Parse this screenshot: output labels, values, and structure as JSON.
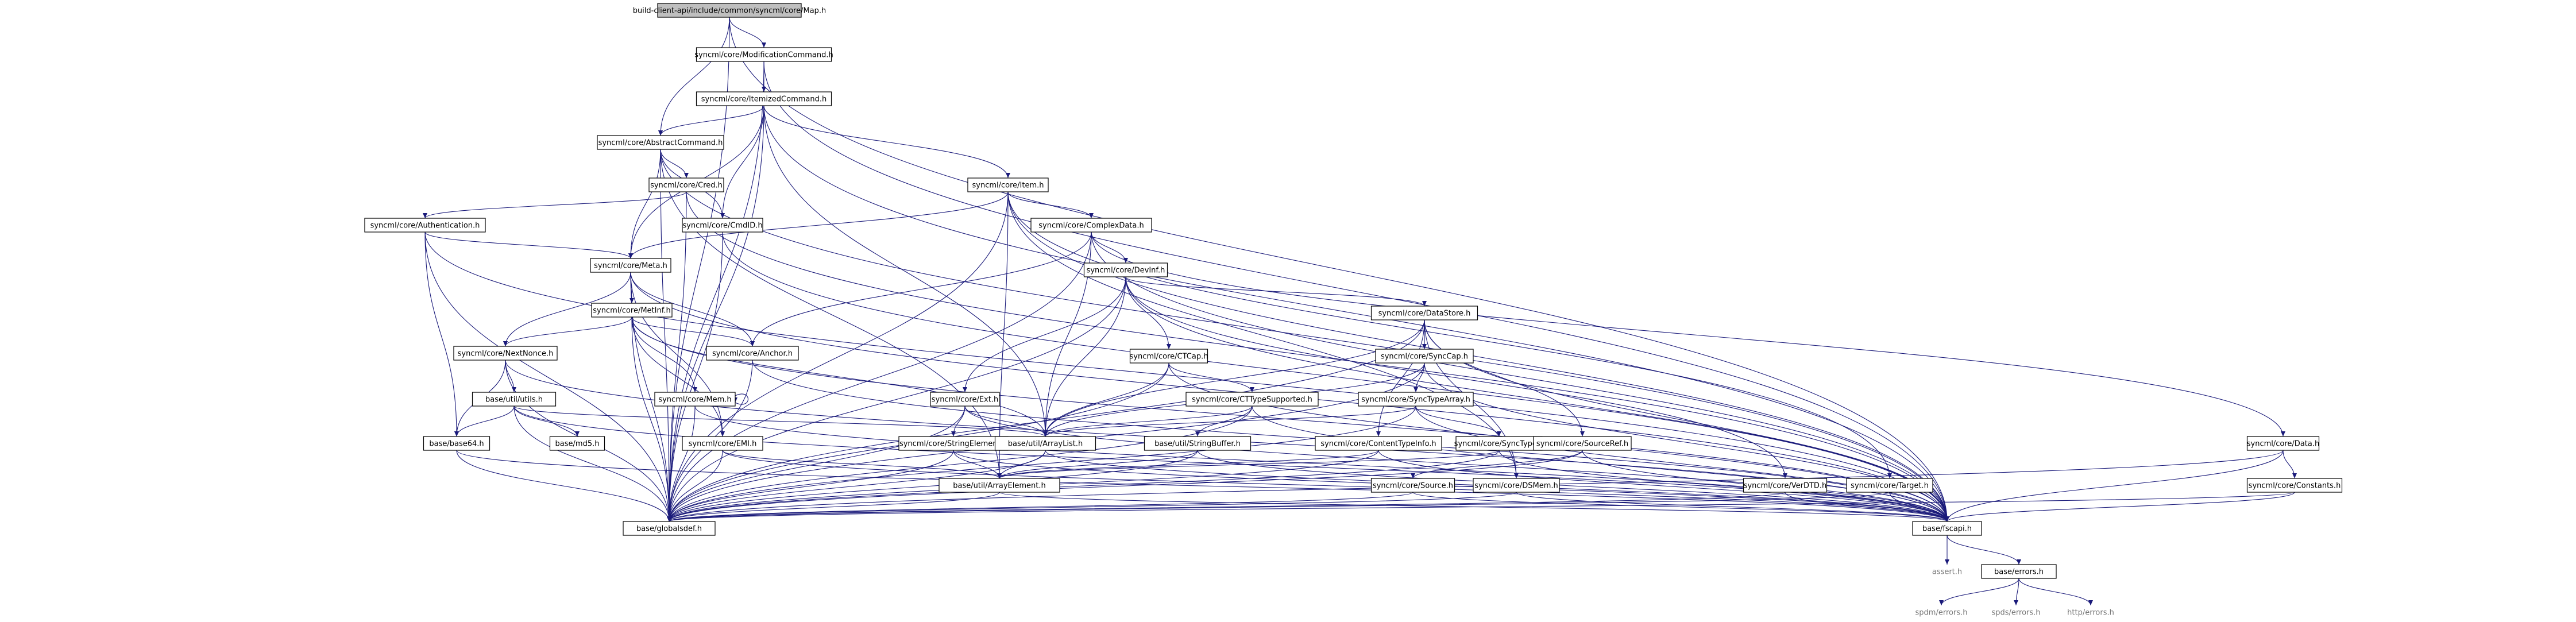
{
  "diagram": {
    "type": "include-dependency-graph",
    "nodes": [
      {
        "id": "root",
        "label": "build-client-api/include/common/syncml/core/Map.h"
      },
      {
        "id": "modcmd",
        "label": "syncml/core/ModificationCommand.h"
      },
      {
        "id": "itemcmd",
        "label": "syncml/core/ItemizedCommand.h"
      },
      {
        "id": "abscmd",
        "label": "syncml/core/AbstractCommand.h"
      },
      {
        "id": "item",
        "label": "syncml/core/Item.h"
      },
      {
        "id": "cred",
        "label": "syncml/core/Cred.h"
      },
      {
        "id": "auth",
        "label": "syncml/core/Authentication.h"
      },
      {
        "id": "cmdid",
        "label": "syncml/core/CmdID.h"
      },
      {
        "id": "complex",
        "label": "syncml/core/ComplexData.h"
      },
      {
        "id": "meta",
        "label": "syncml/core/Meta.h"
      },
      {
        "id": "devinf",
        "label": "syncml/core/DevInf.h"
      },
      {
        "id": "metinf",
        "label": "syncml/core/MetInf.h"
      },
      {
        "id": "datastore",
        "label": "syncml/core/DataStore.h"
      },
      {
        "id": "nextnonce",
        "label": "syncml/core/NextNonce.h"
      },
      {
        "id": "anchor",
        "label": "syncml/core/Anchor.h"
      },
      {
        "id": "ctcap",
        "label": "syncml/core/CTCap.h"
      },
      {
        "id": "synccap",
        "label": "syncml/core/SyncCap.h"
      },
      {
        "id": "utils",
        "label": "base/util/utils.h"
      },
      {
        "id": "mem",
        "label": "syncml/core/Mem.h"
      },
      {
        "id": "ext",
        "label": "syncml/core/Ext.h"
      },
      {
        "id": "cttype",
        "label": "syncml/core/CTTypeSupported.h"
      },
      {
        "id": "synctypearr",
        "label": "syncml/core/SyncTypeArray.h"
      },
      {
        "id": "base64",
        "label": "base/base64.h"
      },
      {
        "id": "md5",
        "label": "base/md5.h"
      },
      {
        "id": "emi",
        "label": "syncml/core/EMI.h"
      },
      {
        "id": "strelem",
        "label": "syncml/core/StringElement.h"
      },
      {
        "id": "arraylist",
        "label": "base/util/ArrayList.h"
      },
      {
        "id": "strbuf",
        "label": "base/util/StringBuffer.h"
      },
      {
        "id": "ctinfo",
        "label": "syncml/core/ContentTypeInfo.h"
      },
      {
        "id": "synctype",
        "label": "syncml/core/SyncType.h"
      },
      {
        "id": "sourceref",
        "label": "syncml/core/SourceRef.h"
      },
      {
        "id": "data",
        "label": "syncml/core/Data.h"
      },
      {
        "id": "arrayelem",
        "label": "base/util/ArrayElement.h"
      },
      {
        "id": "source",
        "label": "syncml/core/Source.h"
      },
      {
        "id": "dsmem",
        "label": "syncml/core/DSMem.h"
      },
      {
        "id": "verdtd",
        "label": "syncml/core/VerDTD.h"
      },
      {
        "id": "target",
        "label": "syncml/core/Target.h"
      },
      {
        "id": "constants",
        "label": "syncml/core/Constants.h"
      },
      {
        "id": "globals",
        "label": "base/globalsdef.h"
      },
      {
        "id": "fscapi",
        "label": "base/fscapi.h"
      },
      {
        "id": "assert",
        "label": "assert.h"
      },
      {
        "id": "errors",
        "label": "base/errors.h"
      },
      {
        "id": "spdmerr",
        "label": "spdm/errors.h"
      },
      {
        "id": "spdserr",
        "label": "spds/errors.h"
      },
      {
        "id": "httperr",
        "label": "http/errors.h"
      }
    ],
    "edges": [
      [
        "root",
        "modcmd"
      ],
      [
        "root",
        "abscmd"
      ],
      [
        "root",
        "globals"
      ],
      [
        "root",
        "fscapi"
      ],
      [
        "modcmd",
        "itemcmd"
      ],
      [
        "modcmd",
        "globals"
      ],
      [
        "modcmd",
        "fscapi"
      ],
      [
        "itemcmd",
        "abscmd"
      ],
      [
        "itemcmd",
        "item"
      ],
      [
        "itemcmd",
        "meta"
      ],
      [
        "itemcmd",
        "cmdid"
      ],
      [
        "itemcmd",
        "arraylist"
      ],
      [
        "itemcmd",
        "globals"
      ],
      [
        "itemcmd",
        "fscapi"
      ],
      [
        "abscmd",
        "cred"
      ],
      [
        "abscmd",
        "cmdid"
      ],
      [
        "abscmd",
        "meta"
      ],
      [
        "abscmd",
        "arrayelem"
      ],
      [
        "abscmd",
        "globals"
      ],
      [
        "abscmd",
        "fscapi"
      ],
      [
        "cred",
        "auth"
      ],
      [
        "cred",
        "globals"
      ],
      [
        "cred",
        "fscapi"
      ],
      [
        "auth",
        "meta"
      ],
      [
        "auth",
        "base64"
      ],
      [
        "auth",
        "globals"
      ],
      [
        "auth",
        "fscapi"
      ],
      [
        "cmdid",
        "globals"
      ],
      [
        "cmdid",
        "fscapi"
      ],
      [
        "item",
        "complex"
      ],
      [
        "item",
        "meta"
      ],
      [
        "item",
        "arrayelem"
      ],
      [
        "item",
        "dsmem"
      ],
      [
        "item",
        "target"
      ],
      [
        "item",
        "globals"
      ],
      [
        "item",
        "fscapi"
      ],
      [
        "complex",
        "anchor"
      ],
      [
        "complex",
        "devinf"
      ],
      [
        "complex",
        "data"
      ],
      [
        "complex",
        "arraylist"
      ],
      [
        "complex",
        "globals"
      ],
      [
        "complex",
        "fscapi"
      ],
      [
        "meta",
        "metinf"
      ],
      [
        "meta",
        "anchor"
      ],
      [
        "meta",
        "nextnonce"
      ],
      [
        "meta",
        "emi"
      ],
      [
        "meta",
        "globals"
      ],
      [
        "meta",
        "fscapi"
      ],
      [
        "devinf",
        "datastore"
      ],
      [
        "devinf",
        "ctcap"
      ],
      [
        "devinf",
        "ext"
      ],
      [
        "devinf",
        "arraylist"
      ],
      [
        "devinf",
        "verdtd"
      ],
      [
        "devinf",
        "globals"
      ],
      [
        "devinf",
        "fscapi"
      ],
      [
        "metinf",
        "nextnonce"
      ],
      [
        "metinf",
        "anchor"
      ],
      [
        "metinf",
        "mem"
      ],
      [
        "metinf",
        "emi"
      ],
      [
        "metinf",
        "arraylist"
      ],
      [
        "metinf",
        "globals"
      ],
      [
        "metinf",
        "fscapi"
      ],
      [
        "datastore",
        "synccap"
      ],
      [
        "datastore",
        "ctinfo"
      ],
      [
        "datastore",
        "sourceref"
      ],
      [
        "datastore",
        "dsmem"
      ],
      [
        "datastore",
        "arraylist"
      ],
      [
        "datastore",
        "globals"
      ],
      [
        "datastore",
        "fscapi"
      ],
      [
        "nextnonce",
        "utils"
      ],
      [
        "nextnonce",
        "base64"
      ],
      [
        "nextnonce",
        "globals"
      ],
      [
        "nextnonce",
        "fscapi"
      ],
      [
        "anchor",
        "globals"
      ],
      [
        "anchor",
        "fscapi"
      ],
      [
        "ctcap",
        "cttype"
      ],
      [
        "ctcap",
        "arraylist"
      ],
      [
        "ctcap",
        "globals"
      ],
      [
        "ctcap",
        "fscapi"
      ],
      [
        "synccap",
        "synctypearr"
      ],
      [
        "synccap",
        "arraylist"
      ],
      [
        "synccap",
        "globals"
      ],
      [
        "synccap",
        "fscapi"
      ],
      [
        "utils",
        "base64"
      ],
      [
        "utils",
        "md5"
      ],
      [
        "utils",
        "arraylist"
      ],
      [
        "utils",
        "globals"
      ],
      [
        "utils",
        "fscapi"
      ],
      [
        "mem",
        "mem"
      ],
      [
        "mem",
        "globals"
      ],
      [
        "mem",
        "fscapi"
      ],
      [
        "ext",
        "strelem"
      ],
      [
        "ext",
        "arraylist"
      ],
      [
        "ext",
        "globals"
      ],
      [
        "ext",
        "fscapi"
      ],
      [
        "cttype",
        "strbuf"
      ],
      [
        "cttype",
        "arraylist"
      ],
      [
        "cttype",
        "globals"
      ],
      [
        "cttype",
        "fscapi"
      ],
      [
        "synctypearr",
        "synctype"
      ],
      [
        "synctypearr",
        "arraylist"
      ],
      [
        "synctypearr",
        "globals"
      ],
      [
        "synctypearr",
        "fscapi"
      ],
      [
        "base64",
        "globals"
      ],
      [
        "base64",
        "fscapi"
      ],
      [
        "emi",
        "arrayelem"
      ],
      [
        "emi",
        "globals"
      ],
      [
        "emi",
        "fscapi"
      ],
      [
        "strelem",
        "arrayelem"
      ],
      [
        "strelem",
        "globals"
      ],
      [
        "strelem",
        "fscapi"
      ],
      [
        "arraylist",
        "arrayelem"
      ],
      [
        "arraylist",
        "globals"
      ],
      [
        "arraylist",
        "fscapi"
      ],
      [
        "strbuf",
        "arrayelem"
      ],
      [
        "strbuf",
        "globals"
      ],
      [
        "strbuf",
        "fscapi"
      ],
      [
        "ctinfo",
        "arrayelem"
      ],
      [
        "ctinfo",
        "globals"
      ],
      [
        "ctinfo",
        "fscapi"
      ],
      [
        "synctype",
        "arrayelem"
      ],
      [
        "synctype",
        "globals"
      ],
      [
        "synctype",
        "fscapi"
      ],
      [
        "sourceref",
        "source"
      ],
      [
        "sourceref",
        "globals"
      ],
      [
        "sourceref",
        "fscapi"
      ],
      [
        "data",
        "constants"
      ],
      [
        "data",
        "globals"
      ],
      [
        "data",
        "fscapi"
      ],
      [
        "arrayelem",
        "globals"
      ],
      [
        "arrayelem",
        "fscapi"
      ],
      [
        "source",
        "globals"
      ],
      [
        "source",
        "fscapi"
      ],
      [
        "dsmem",
        "globals"
      ],
      [
        "dsmem",
        "fscapi"
      ],
      [
        "verdtd",
        "globals"
      ],
      [
        "verdtd",
        "fscapi"
      ],
      [
        "target",
        "globals"
      ],
      [
        "target",
        "fscapi"
      ],
      [
        "constants",
        "globals"
      ],
      [
        "constants",
        "fscapi"
      ],
      [
        "fscapi",
        "assert"
      ],
      [
        "fscapi",
        "errors"
      ],
      [
        "errors",
        "spdmerr"
      ],
      [
        "errors",
        "spdserr"
      ],
      [
        "errors",
        "httperr"
      ]
    ]
  }
}
